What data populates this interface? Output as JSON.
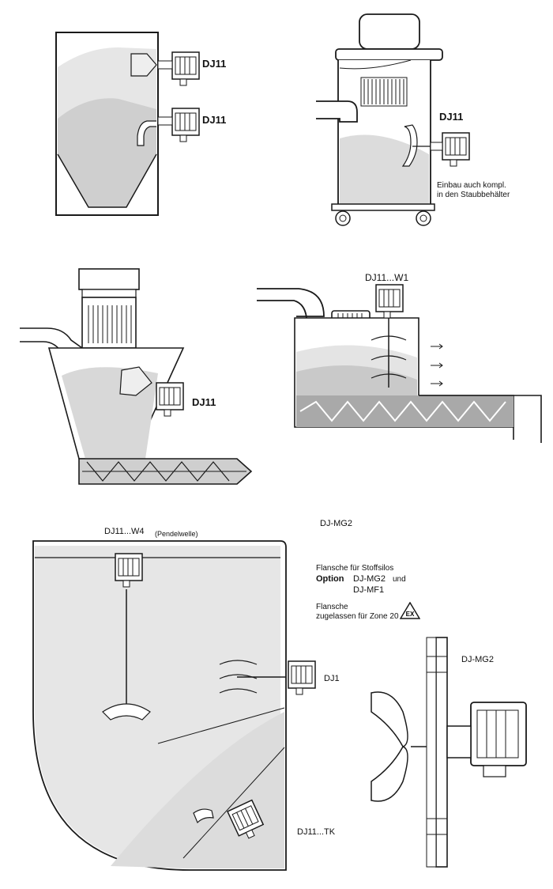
{
  "labels": {
    "silo_dj11_upper": "DJ11",
    "silo_dj11_lower": "DJ11",
    "dust_dj11": "DJ11",
    "dust_note_line1": "Einbau auch kompl.",
    "dust_note_line2": "in den Staubbehälter",
    "hopper_dj11": "DJ11",
    "screw_dj11_w1": "DJ11...W1",
    "pendel_dj11_w4": "DJ11...W4",
    "pendel_note": "(Pendelwelle)",
    "top_dj_mg2": "DJ-MG2",
    "flange_title": "Flansche für Stoffsilos",
    "option_word": "Option",
    "option_dj_mg2": "DJ-MG2",
    "option_und": "und",
    "option_dj_mf1": "DJ-MF1",
    "zone_line1": "Flansche",
    "zone_line2": "zugelassen für Zone 20",
    "ex_mark": "EX",
    "side_dj1": "DJ1",
    "bottom_tk": "DJ11...TK",
    "detail_dj_mg2": "DJ-MG2"
  },
  "colors": {
    "line": "#1a1a1a",
    "fill_light": "#e4e4e4",
    "fill_mid": "#cfcfcf",
    "fill_dark": "#a9a9a9"
  }
}
